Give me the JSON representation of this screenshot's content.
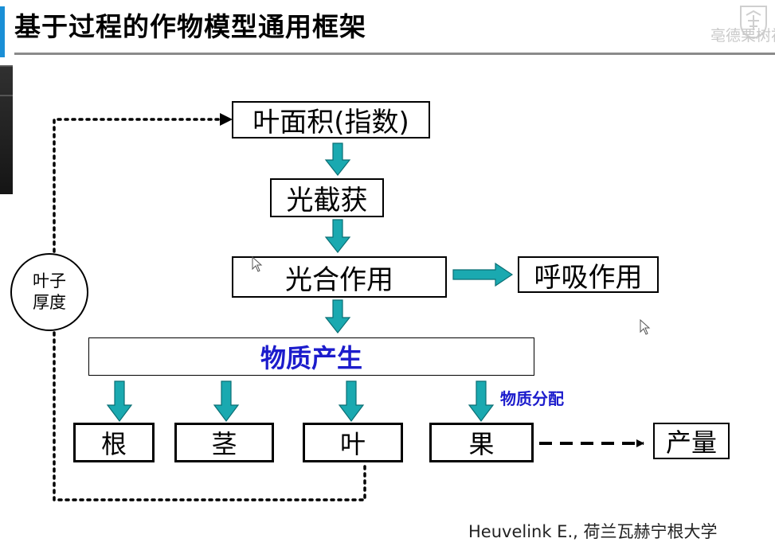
{
  "header": {
    "title": "基于过程的作物模型通用框架",
    "watermark": "亳德栗树衬"
  },
  "diagram": {
    "nodes": {
      "leaf_area": "叶面积(指数)",
      "light_interception": "光截获",
      "photosynthesis": "光合作用",
      "respiration": "呼吸作用",
      "dry_matter": "物质产生",
      "root": "根",
      "stem": "茎",
      "leaf": "叶",
      "fruit": "果",
      "yield": "产量"
    },
    "leaf_thickness": {
      "line1": "叶子",
      "line2": "厚度"
    },
    "partition_label": "物质分配"
  },
  "footer": {
    "citation": "Heuvelink E., 荷兰瓦赫宁根大学"
  },
  "colors": {
    "arrow_fill": "#1aa9b0",
    "arrow_stroke": "#0b6f74",
    "emphasis_text": "#1c1ccc",
    "title_accent": "#1a8fd6"
  }
}
